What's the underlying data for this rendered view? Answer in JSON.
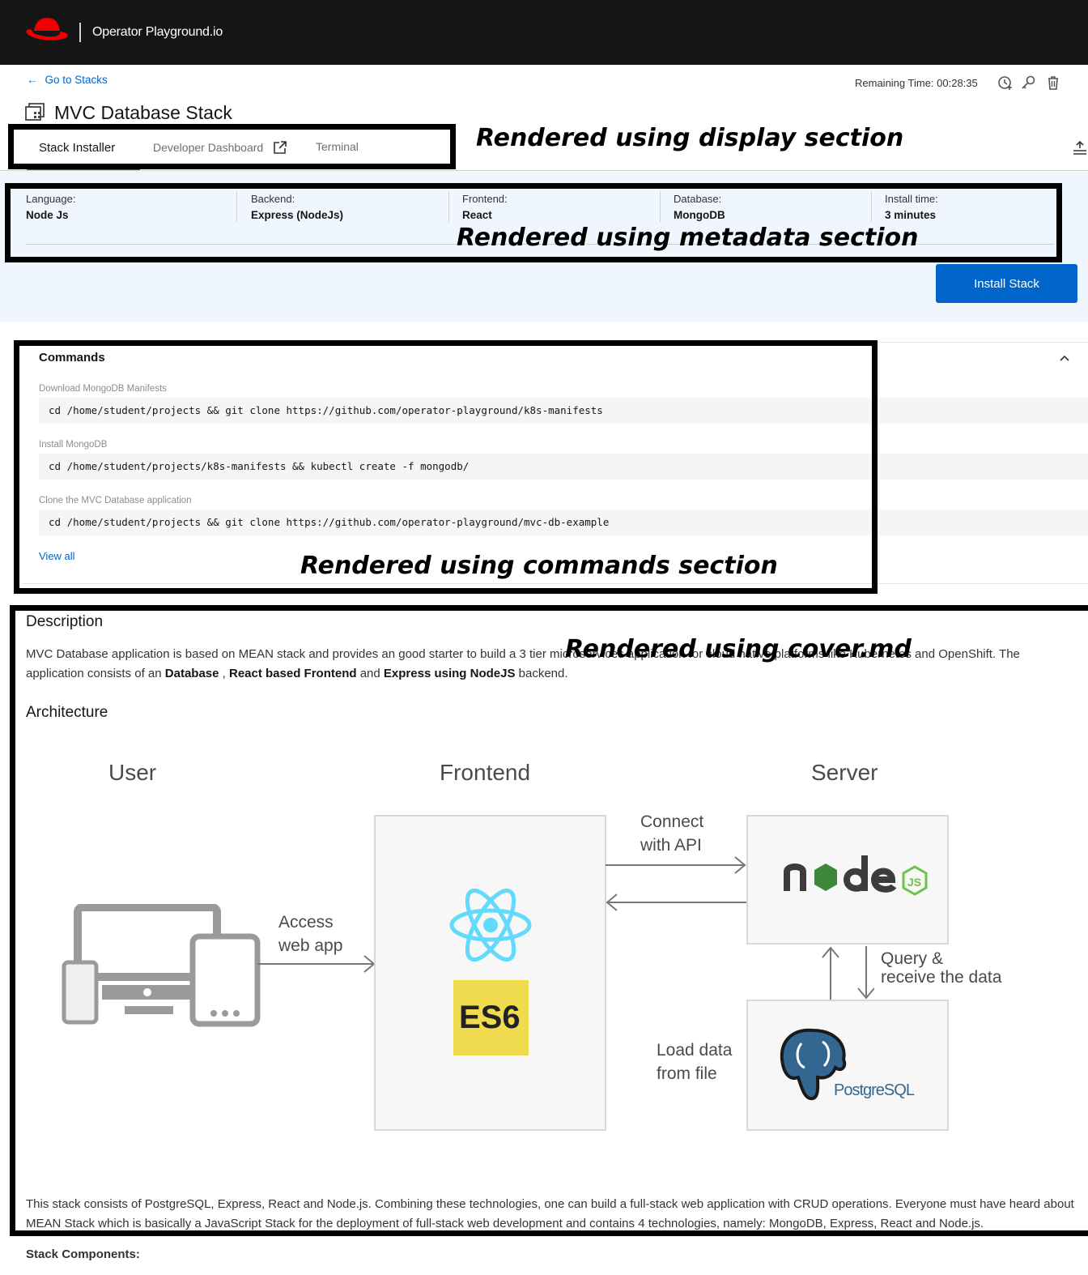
{
  "header": {
    "brand": "Operator Playground.io"
  },
  "nav": {
    "back_label": "Go to Stacks",
    "remaining_time": "Remaining Time: 00:28:35"
  },
  "page": {
    "title": "MVC Database Stack"
  },
  "tabs": [
    {
      "label": "Stack Installer",
      "active": true
    },
    {
      "label": "Developer Dashboard",
      "active": false
    },
    {
      "label": "Terminal",
      "active": false
    }
  ],
  "metadata": [
    {
      "label": "Language:",
      "value": "Node Js"
    },
    {
      "label": "Backend:",
      "value": "Express (NodeJs)"
    },
    {
      "label": "Frontend:",
      "value": "React"
    },
    {
      "label": "Database:",
      "value": "MongoDB"
    },
    {
      "label": "Install time:",
      "value": "3 minutes"
    }
  ],
  "install_button": "Install Stack",
  "commands": {
    "title": "Commands",
    "items": [
      {
        "label": "Download MongoDB Manifests",
        "command": "cd /home/student/projects && git clone https://github.com/operator-playground/k8s-manifests"
      },
      {
        "label": "Install MongoDB",
        "command": "cd /home/student/projects/k8s-manifests && kubectl create -f mongodb/"
      },
      {
        "label": "Clone the MVC Database application",
        "command": "cd /home/student/projects && git clone https://github.com/operator-playground/mvc-db-example"
      }
    ],
    "view_all": "View all"
  },
  "description": {
    "title": "Description",
    "p1_a": "MVC Database application is based on MEAN stack and provides an good starter to build a 3 tier microservices application for cloud native platforms like Kubernetes and OpenShift. The application consists of an ",
    "b1": "Database",
    "p1_b": " , ",
    "b2": "React based Frontend",
    "p1_c": " and ",
    "b3": "Express using NodeJS",
    "p1_d": " backend.",
    "architecture_title": "Architecture",
    "stack_text": "This stack consists of PostgreSQL, Express, React and Node.js. Combining these technologies, one can build a full-stack web application with CRUD operations. Everyone must have heard about MEAN Stack which is basically a JavaScript Stack for the deployment of full-stack web development and contains 4 technologies, namely: MongoDB, Express, React and Node.js.",
    "stack_components": "Stack Components:"
  },
  "diagram": {
    "user": "User",
    "frontend": "Frontend",
    "server": "Server",
    "access_1": "Access",
    "access_2": "web app",
    "connect_1": "Connect",
    "connect_2": "with API",
    "query_1": "Query &",
    "query_2": "receive the data",
    "load_1": "Load data",
    "load_2": "from file",
    "es6": "ES6",
    "postgres": "PostgreSQL",
    "node_js": "JS"
  },
  "annotations": {
    "display": "Rendered using display section",
    "metadata": "Rendered using metadata section",
    "commands": "Rendered using commands section",
    "cover": "Rendered using cover.md"
  },
  "colors": {
    "brand_red": "#ee0000",
    "primary_blue": "#0066cc",
    "header_bg": "#151515",
    "band_bg": "#f0f6fd"
  },
  "icons": [
    "redhat-logo",
    "arrow-left-icon",
    "clock-plus-icon",
    "key-icon",
    "trash-icon",
    "stack-icon",
    "external-link-icon",
    "chevron-up-icon",
    "upload-icon"
  ]
}
